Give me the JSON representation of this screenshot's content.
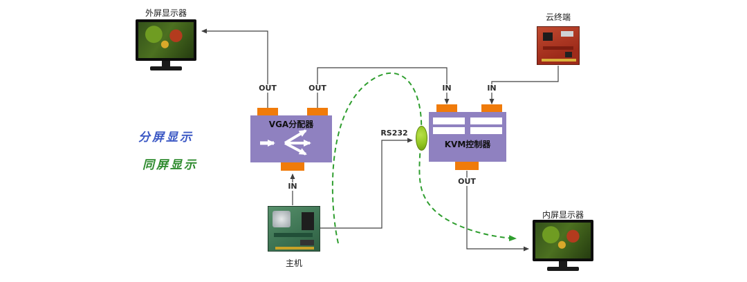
{
  "nodes": {
    "external_monitor": {
      "label": "外屏显示器"
    },
    "cloud_terminal": {
      "label": "云终端"
    },
    "vga_splitter": {
      "label": "VGA分配器",
      "out1": "OUT",
      "out2": "OUT",
      "in": "IN"
    },
    "kvm_controller": {
      "label": "KVM控制器",
      "in1": "IN",
      "in2": "IN",
      "out": "OUT"
    },
    "host": {
      "label": "主机"
    },
    "internal_monitor": {
      "label": "内屏显示器"
    }
  },
  "annotations": {
    "split_display": "分屏显示",
    "same_display": "同屏显示",
    "rs232": "RS232"
  },
  "colors": {
    "box_purple": "#8f81c0",
    "port_orange": "#f07b0a",
    "connector_green": "#8fc31f",
    "dashed_path_green": "#2f9e2f",
    "split_text_blue": "#3a57c4",
    "same_text_green": "#2e8b2e",
    "wire": "#404040"
  }
}
